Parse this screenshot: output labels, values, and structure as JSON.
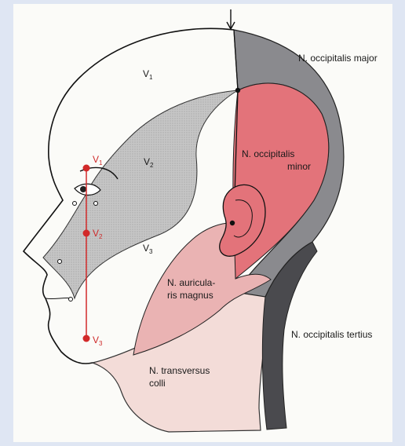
{
  "labels": {
    "occ_major": "N. occipitalis major",
    "occ_minor_1": "N. occipitalis",
    "occ_minor_2": "minor",
    "auric_1": "N. auricula-",
    "auric_2": "ris magnus",
    "occ_tertius": "N. occipitalis tertius",
    "transv_1": "N. transversus",
    "transv_2": "colli"
  },
  "trigeminal": {
    "letter": "V",
    "branches": [
      "1",
      "2",
      "3"
    ]
  },
  "colors": {
    "v2_zone": "#c9c9c9",
    "occipitalis_major": "#8a8a8e",
    "occipitalis_minor": "#e3737a",
    "auricularis": "#eab3b3",
    "transversus": "#f3dcd8",
    "tertius": "#4a4a4e",
    "marker_red": "#d22a2a"
  }
}
